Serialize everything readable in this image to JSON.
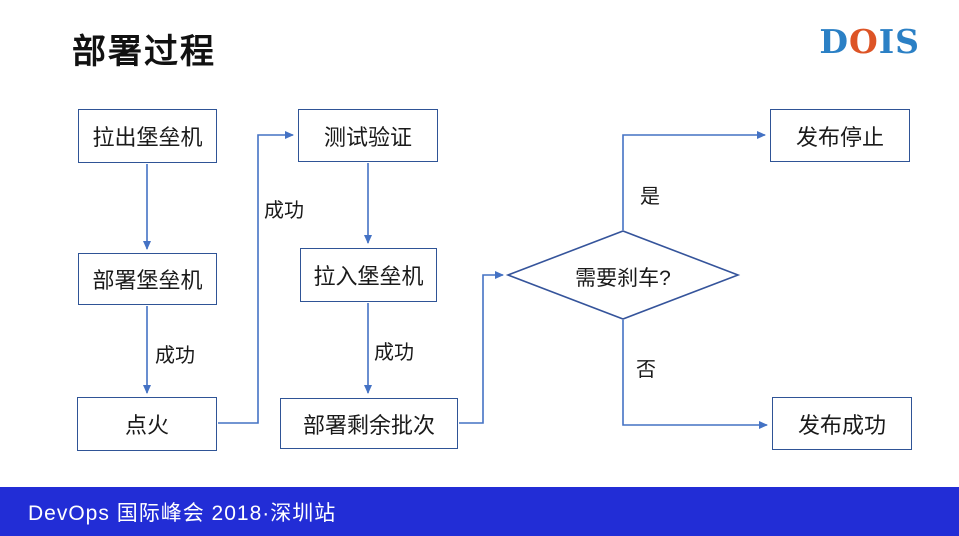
{
  "slide": {
    "title": "部署过程",
    "footer": "DevOps 国际峰会 2018·深圳站"
  },
  "logo": {
    "text": "DOIS",
    "part_d": "D",
    "part_o": "O",
    "part_is": "IS"
  },
  "flowchart": {
    "nodes": {
      "pull_out_bastion": "拉出堡垒机",
      "deploy_bastion": "部署堡垒机",
      "ignite": "点火",
      "test_verify": "测试验证",
      "pull_in_bastion": "拉入堡垒机",
      "deploy_remaining": "部署剩余批次",
      "need_brake": "需要刹车?",
      "release_stopped": "发布停止",
      "release_success": "发布成功"
    },
    "edge_labels": {
      "success_1": "成功",
      "success_2": "成功",
      "success_3": "成功",
      "yes": "是",
      "no": "否"
    }
  },
  "colors": {
    "box_border": "#2f5496",
    "connector_line": "#4472c4",
    "footer_background": "#222dd6",
    "logo_blue": "#2b80c5",
    "logo_orange": "#dd5426",
    "text": "#1a1a1a"
  }
}
